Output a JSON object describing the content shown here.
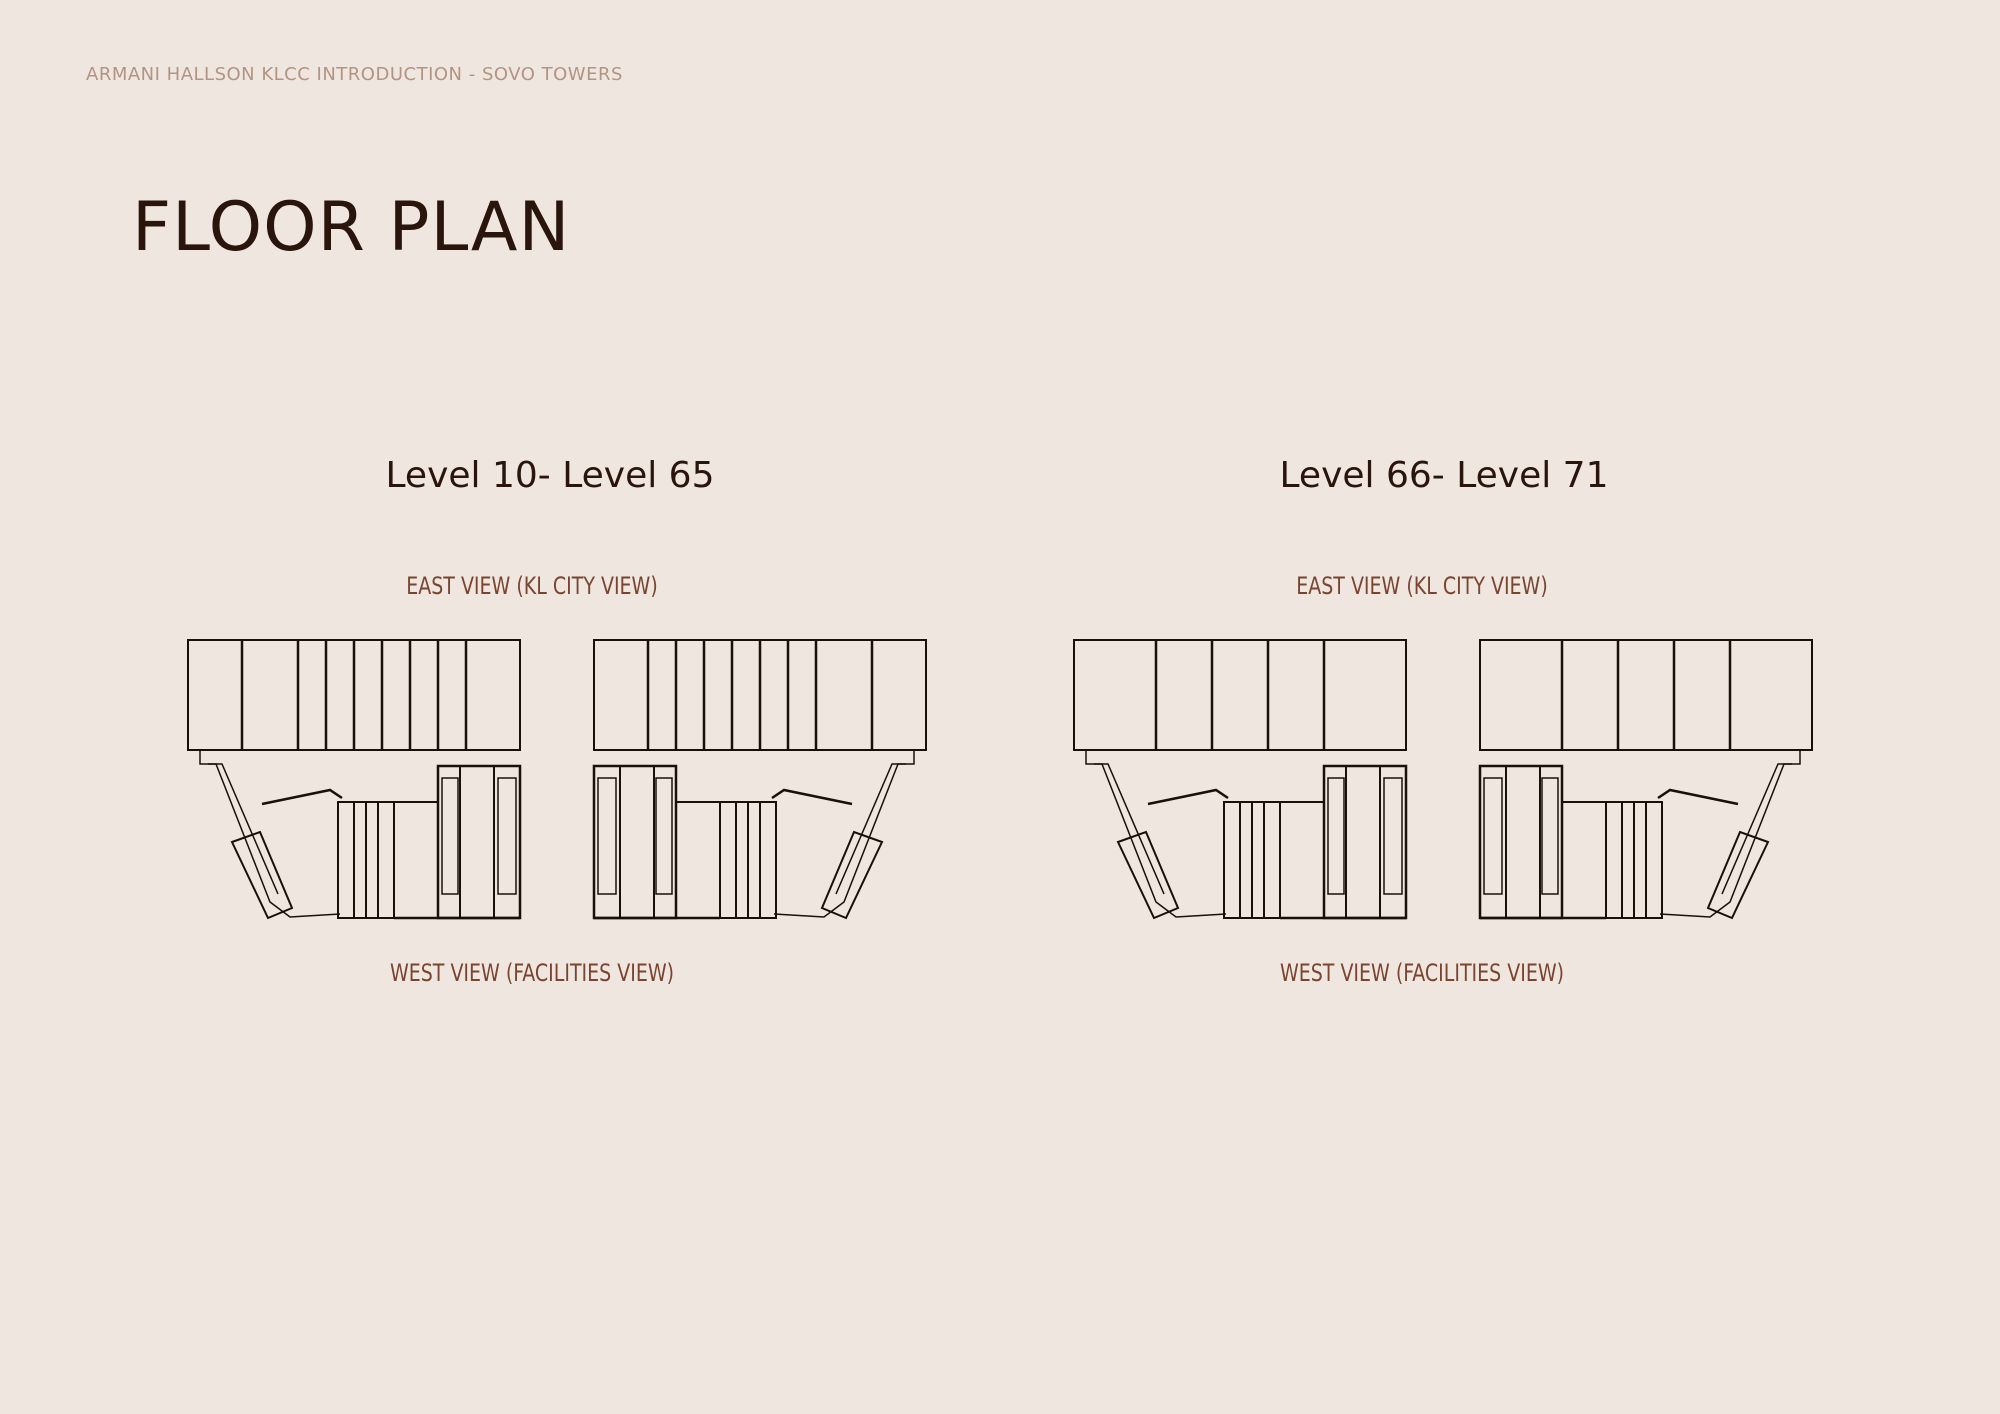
{
  "header": {
    "eyebrow": "ARMANI HALLSON KLCC INTRODUCTION - SOVO TOWERS",
    "title": "FLOOR PLAN"
  },
  "plans": [
    {
      "level": "Level 10- Level 65",
      "east_label": "EAST VIEW (KL CITY VIEW)",
      "west_label": "WEST VIEW (FACILITIES VIEW)"
    },
    {
      "level": "Level 66- Level 71",
      "east_label": "EAST VIEW (KL CITY VIEW)",
      "west_label": "WEST VIEW (FACILITIES VIEW)"
    }
  ],
  "colors": {
    "background": "#efe6df",
    "title": "#2a150d",
    "eyebrow": "#b39482",
    "view_label": "#7a4530",
    "line": "#1a1008"
  }
}
